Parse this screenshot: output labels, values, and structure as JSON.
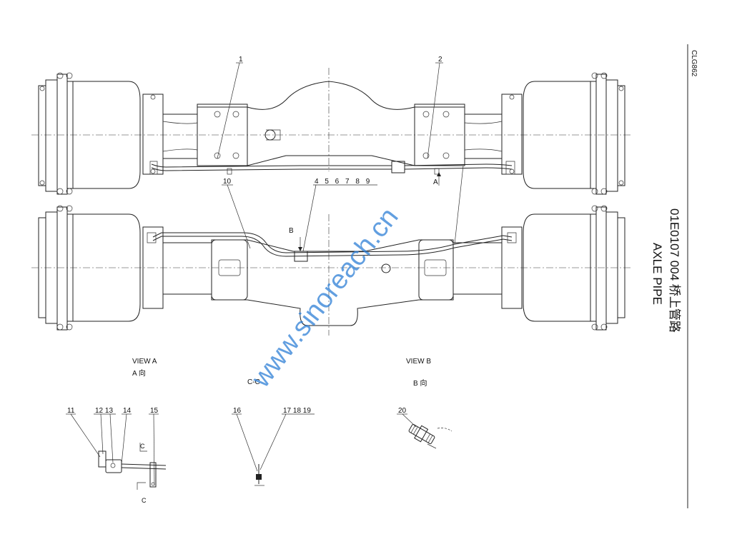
{
  "drawing": {
    "code_side": "CLG862",
    "title_code": "01E0107 004 桥上管路",
    "title_en": "AXLE PIPE",
    "watermark": "www.sinoreach.cn"
  },
  "callouts": {
    "c1": "1",
    "c2": "2",
    "c10": "10",
    "c4_9": "4 5 6 7 8 9",
    "c11": "11",
    "c12_13": "12 13",
    "c14": "14",
    "c15": "15",
    "c16": "16",
    "c17_19": "17 18 19",
    "c20": "20"
  },
  "marks": {
    "a_arrow": "A",
    "b_arrow": "B",
    "section_c_top": "C",
    "section_c_bottom": "C",
    "section_cc": "C-C"
  },
  "views": {
    "view_a_en": "VIEW A",
    "view_a_cn": "A 向",
    "view_b_en": "VIEW B",
    "view_b_cn": "B 向"
  }
}
